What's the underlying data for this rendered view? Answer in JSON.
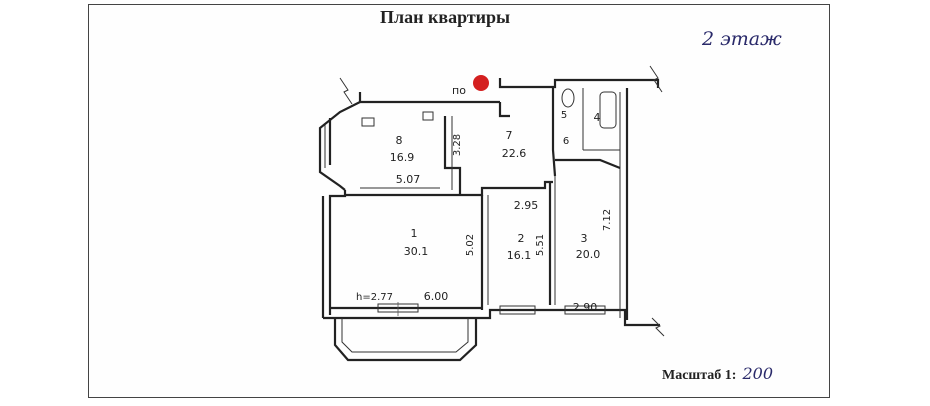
{
  "title": "План квартиры",
  "floor_note": "2 этаж",
  "scale": {
    "label": "Масштаб 1:",
    "value": "200"
  },
  "entrance_mark": "по",
  "rooms": [
    {
      "id": "8",
      "area": "16.9"
    },
    {
      "id": "7",
      "area": "22.6"
    },
    {
      "id": "5",
      "area": ""
    },
    {
      "id": "6",
      "area": ""
    },
    {
      "id": "4",
      "area": ""
    },
    {
      "id": "1",
      "area": "30.1"
    },
    {
      "id": "2",
      "area": "16.1"
    },
    {
      "id": "3",
      "area": "20.0"
    }
  ],
  "dimensions": [
    "5.07",
    "3.28",
    "2.95",
    "5.02",
    "5.51",
    "7.12",
    "6.00",
    "2.90",
    "2.77"
  ],
  "height_prefix": "h="
}
